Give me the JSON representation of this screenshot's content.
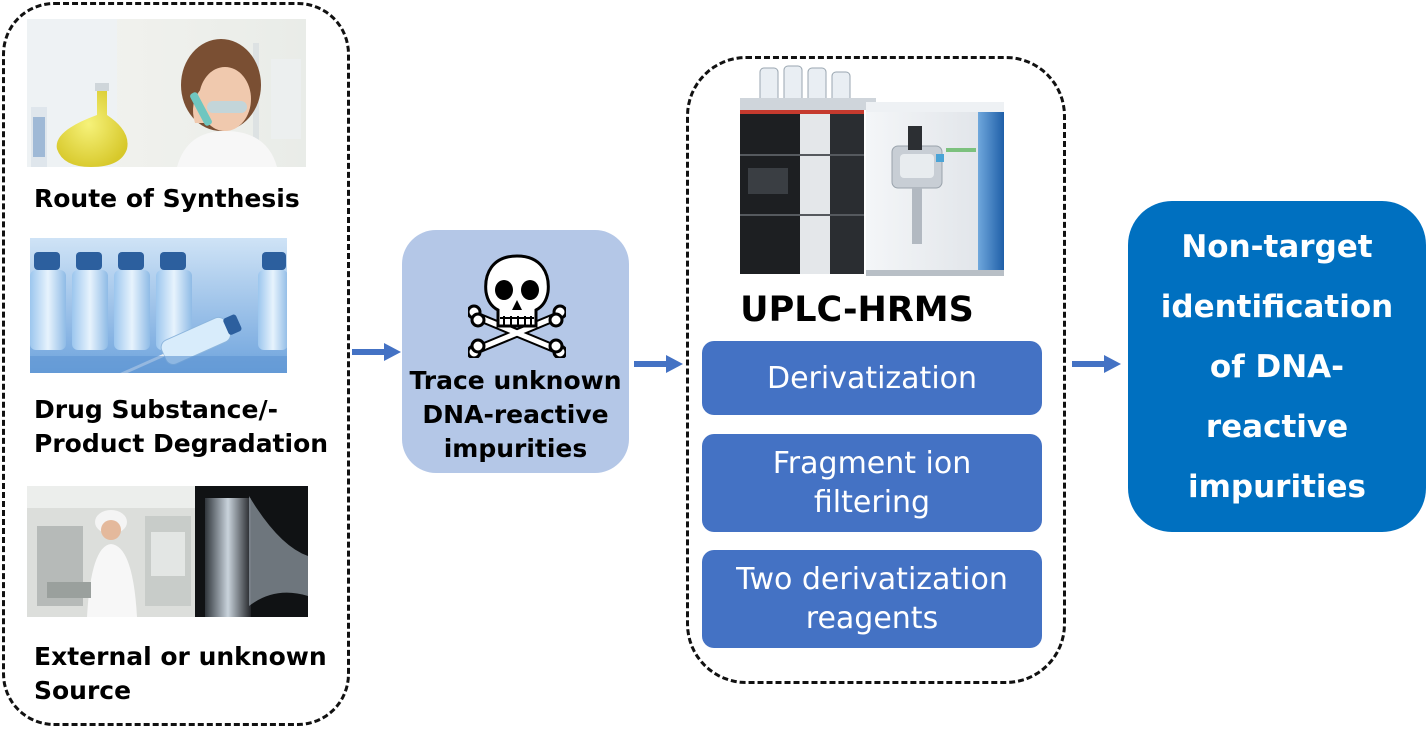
{
  "sources": {
    "synthesis_label": "Route of Synthesis",
    "degradation_label": "Drug Substance/-\nProduct Degradation",
    "external_label": "External or unknown\nSource"
  },
  "trace": {
    "label": "Trace unknown\nDNA-reactive\nimpurities",
    "icon": "skull-crossbones-icon"
  },
  "instrument": {
    "label": "UPLC-HRMS"
  },
  "methods": [
    {
      "label": "Derivatization"
    },
    {
      "label": "Fragment ion\nfiltering"
    },
    {
      "label": "Two derivatization\nreagents"
    }
  ],
  "result": {
    "label": "Non-target\nidentification\nof DNA-\nreactive\nimpurities"
  },
  "colors": {
    "trace_box": "#b4c7e7",
    "method_box": "#4472c4",
    "result_box": "#0070c0",
    "arrow": "#4472c4"
  }
}
